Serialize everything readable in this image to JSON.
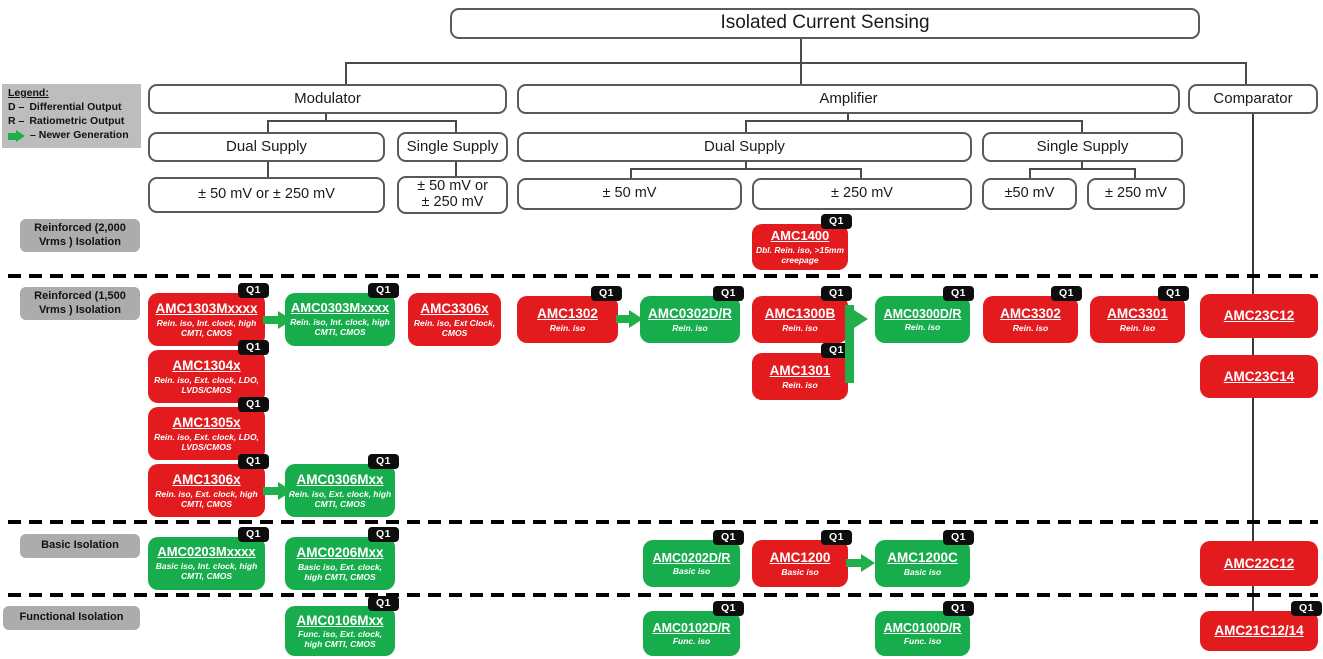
{
  "title": "Isolated Current Sensing",
  "badge": {
    "q1": "Q1"
  },
  "legend": {
    "heading": "Legend:",
    "d_key": "D –",
    "d_label": "Differential Output",
    "r_key": "R –",
    "r_label": "Ratiometric Output",
    "arrow_label": "– Newer Generation"
  },
  "tree": {
    "modulator": "Modulator",
    "amplifier": "Amplifier",
    "comparator": "Comparator",
    "mod_dual": "Dual Supply",
    "mod_single": "Single Supply",
    "amp_dual": "Dual Supply",
    "amp_single": "Single Supply",
    "mod_dual_range": "± 50 mV or ± 250 mV",
    "mod_single_range": "± 50 mV or ± 250 mV",
    "amp_dual_50": "± 50 mV",
    "amp_dual_250": "± 250 mV",
    "amp_single_50": "±50 mV",
    "amp_single_250": "± 250 mV"
  },
  "row_labels": {
    "reinforced_2000": "Reinforced (2,000 Vrms ) Isolation",
    "reinforced_1500": "Reinforced (1,500 Vrms ) Isolation",
    "basic": "Basic Isolation",
    "functional": "Functional Isolation"
  },
  "colors": {
    "red": "#E31B1E",
    "green": "#17AD4C",
    "newer_generation_arrow": "#21AF4C",
    "badge_black": "#0D0D0D",
    "label_gray": "#ACACAC",
    "legend_gray": "#BDBDBD"
  },
  "products": {
    "amc1400": {
      "name": "AMC1400",
      "subtitle": "Dbl. Rein. iso, >15mm creepage",
      "color": "red",
      "q1": true
    },
    "amc1303m": {
      "name": "AMC1303Mxxxx",
      "subtitle": "Rein. iso, Int. clock, high CMTI, CMOS",
      "color": "red",
      "q1": true
    },
    "amc0303m": {
      "name": "AMC0303Mxxxx",
      "subtitle": "Rein. iso, Int. clock, high CMTI, CMOS",
      "color": "green",
      "q1": true
    },
    "amc3306x": {
      "name": "AMC3306x",
      "subtitle": "Rein. iso, Ext Clock, CMOS",
      "color": "red",
      "q1": false
    },
    "amc1302": {
      "name": "AMC1302",
      "subtitle": "Rein. iso",
      "color": "red",
      "q1": true
    },
    "amc0302dr": {
      "name": "AMC0302D/R",
      "subtitle": "Rein. iso",
      "color": "green",
      "q1": true
    },
    "amc1300b": {
      "name": "AMC1300B",
      "subtitle": "Rein. iso",
      "color": "red",
      "q1": true
    },
    "amc0300dr": {
      "name": "AMC0300D/R",
      "subtitle": "Rein. iso",
      "color": "green",
      "q1": true
    },
    "amc3302": {
      "name": "AMC3302",
      "subtitle": "Rein. iso",
      "color": "red",
      "q1": true
    },
    "amc3301": {
      "name": "AMC3301",
      "subtitle": "Rein. iso",
      "color": "red",
      "q1": true
    },
    "amc23c12": {
      "name": "AMC23C12",
      "subtitle": "",
      "color": "red",
      "q1": false
    },
    "amc1301": {
      "name": "AMC1301",
      "subtitle": "Rein. iso",
      "color": "red",
      "q1": true
    },
    "amc23c14": {
      "name": "AMC23C14",
      "subtitle": "",
      "color": "red",
      "q1": false
    },
    "amc1304x": {
      "name": "AMC1304x",
      "subtitle": "Rein. iso, Ext. clock, LDO, LVDS/CMOS",
      "color": "red",
      "q1": true
    },
    "amc1305x": {
      "name": "AMC1305x",
      "subtitle": "Rein. iso, Ext. clock, LDO, LVDS/CMOS",
      "color": "red",
      "q1": true
    },
    "amc1306x": {
      "name": "AMC1306x",
      "subtitle": "Rein. iso, Ext. clock, high CMTI, CMOS",
      "color": "red",
      "q1": true
    },
    "amc0306m": {
      "name": "AMC0306Mxx",
      "subtitle": "Rein. iso, Ext. clock, high CMTI, CMOS",
      "color": "green",
      "q1": true
    },
    "amc0203m": {
      "name": "AMC0203Mxxxx",
      "subtitle": "Basic iso, Int. clock, high CMTI, CMOS",
      "color": "green",
      "q1": true
    },
    "amc0206m": {
      "name": "AMC0206Mxx",
      "subtitle": "Basic iso, Ext. clock, high CMTI, CMOS",
      "color": "green",
      "q1": true
    },
    "amc0202dr": {
      "name": "AMC0202D/R",
      "subtitle": "Basic iso",
      "color": "green",
      "q1": true
    },
    "amc1200": {
      "name": "AMC1200",
      "subtitle": "Basic iso",
      "color": "red",
      "q1": true
    },
    "amc1200c": {
      "name": "AMC1200C",
      "subtitle": "Basic iso",
      "color": "green",
      "q1": true
    },
    "amc22c12": {
      "name": "AMC22C12",
      "subtitle": "",
      "color": "red",
      "q1": false
    },
    "amc0106m": {
      "name": "AMC0106Mxx",
      "subtitle": "Func. iso, Ext. clock, high CMTI, CMOS",
      "color": "green",
      "q1": true
    },
    "amc0102dr": {
      "name": "AMC0102D/R",
      "subtitle": "Func. iso",
      "color": "green",
      "q1": true
    },
    "amc0100dr": {
      "name": "AMC0100D/R",
      "subtitle": "Func. iso",
      "color": "green",
      "q1": true
    },
    "amc21c12": {
      "name": "AMC21C12/14",
      "subtitle": "",
      "color": "red",
      "q1": true
    }
  }
}
